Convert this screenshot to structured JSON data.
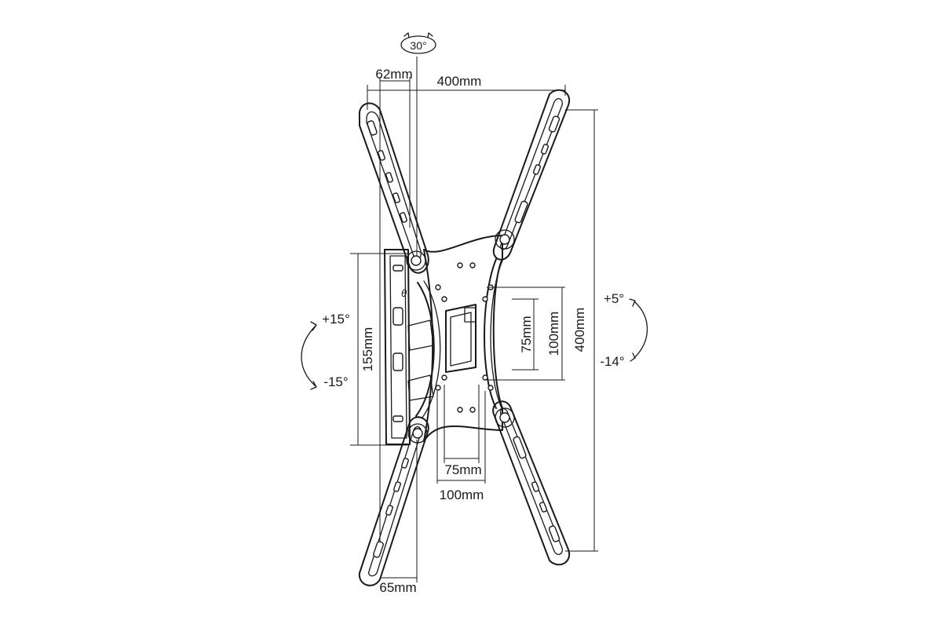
{
  "diagram": {
    "rotation_badge": "30°",
    "labels": {
      "top_left_offset": "62mm",
      "bottom_left_offset": "65mm",
      "max_width": "400mm",
      "max_height": "400mm",
      "wall_plate_height": "155mm",
      "vesa_small_h": "75mm",
      "vesa_large_h": "100mm",
      "vesa_small_w": "75mm",
      "vesa_large_w": "100mm",
      "tilt_up": "+15°",
      "tilt_down": "-15°",
      "level_up": "+5°",
      "level_down": "-14°",
      "theta": "θ"
    },
    "colors": {
      "line": "#1a1a1a",
      "background": "#ffffff"
    }
  }
}
